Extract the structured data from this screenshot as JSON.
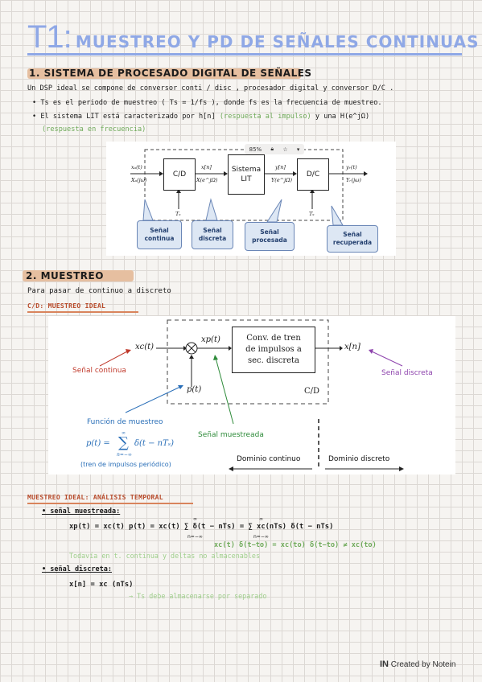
{
  "title": {
    "prefix": "T1:",
    "rest": "MUESTREO Y PD DE SEÑALES CONTINUAS"
  },
  "section1": {
    "heading": "1. SISTEMA DE PROCESADO DIGITAL DE SEÑALES",
    "line1": "Un DSP ideal se compone de conversor conti / disc , procesador digital y conversor D/C .",
    "line2": "• Ts es el periodo de muestreo ( Ts = 1/fs ), donde fs es la frecuencia de muestreo.",
    "line3a": "• El sistema LIT está caracterizado por h[n]",
    "line3b": "(respuesta al impulso)",
    "line3c": "y una H(e^jΩ)",
    "line4": "(respuesta en frecuencia)"
  },
  "diagram1": {
    "toolbar": {
      "zoom": "85%"
    },
    "blocks": {
      "cd": "C/D",
      "lit_line1": "Sistema",
      "lit_line2": "LIT",
      "dc": "D/C"
    },
    "signals": {
      "xc_t": "xₐ(t)",
      "xc_jw": "Xₐ(jω)",
      "xn": "x[n]",
      "x_ejw": "X(e^jΩ)",
      "yn": "y[n]",
      "y_ejw": "Y(e^jΩ)",
      "yr_t": "yᵣ(t)",
      "yr_jw": "Yᵣ(jω)",
      "ts1": "Tₛ",
      "ts2": "Tₛ"
    },
    "bubbles": {
      "continua": "Señal continua",
      "discreta": "Señal discreta",
      "procesada": "Señal procesada",
      "recuperada": "Señal recuperada"
    }
  },
  "section2": {
    "heading": "2. MUESTREO",
    "intro": "Para pasar de continuo a discreto",
    "subhead": "C/D: MUESTREO IDEAL"
  },
  "diagram2": {
    "xc_t": "xc(t)",
    "xp_t": "xp(t)",
    "xn": "x[n]",
    "p_t": "p(t)",
    "cd": "C/D",
    "box_l1": "Conv. de tren",
    "box_l2": "de impulsos a",
    "box_l3": "sec. discreta",
    "senal_continua": "Señal continua",
    "senal_discreta": "Señal discreta",
    "funcion_muestreo": "Función de muestreo",
    "formula_lhs": "p(t) =",
    "formula_sum": "∑",
    "formula_sum_top": "∞",
    "formula_sum_bot": "n=−∞",
    "formula_rhs": "δ(t − nTₛ)",
    "tren": "(tren de impulsos periódico)",
    "senal_muestreada": "Señal muestreada",
    "dominio_continuo": "Dominio continuo",
    "dominio_discreto": "Dominio discreto"
  },
  "section3": {
    "subhead": "MUESTREO IDEAL: ANÁLISIS TEMPORAL",
    "bullet1": "• señal muestreada:",
    "eq1": "xp(t) = xc(t) p(t) = xc(t) ∑ δ(t − nTs) = ∑ xc(nTs) δ(t − nTs)",
    "eq1_sum_top": "∞",
    "eq1_sum_bot": "n=−∞",
    "eq2": "xc(t) δ(t−to) = xc(to) δ(t−to) ≠ xc(to)",
    "note1": "Todavía en t. continua y deltas no almacenables",
    "bullet2": "• señal discreta:",
    "eq3": "x[n] = xc (nTs)",
    "note2": "→ Ts debe almacenarse por separado"
  },
  "watermark": {
    "logo": "IN",
    "text": "Created by Notein"
  },
  "colors": {
    "title": "#8fa8e6",
    "highlight": "#e6bfa0",
    "green": "#6faa5a",
    "red": "#c0392b",
    "purple": "#8e44ad",
    "blue": "#2a6fb8",
    "subhead": "#b84a2a"
  }
}
